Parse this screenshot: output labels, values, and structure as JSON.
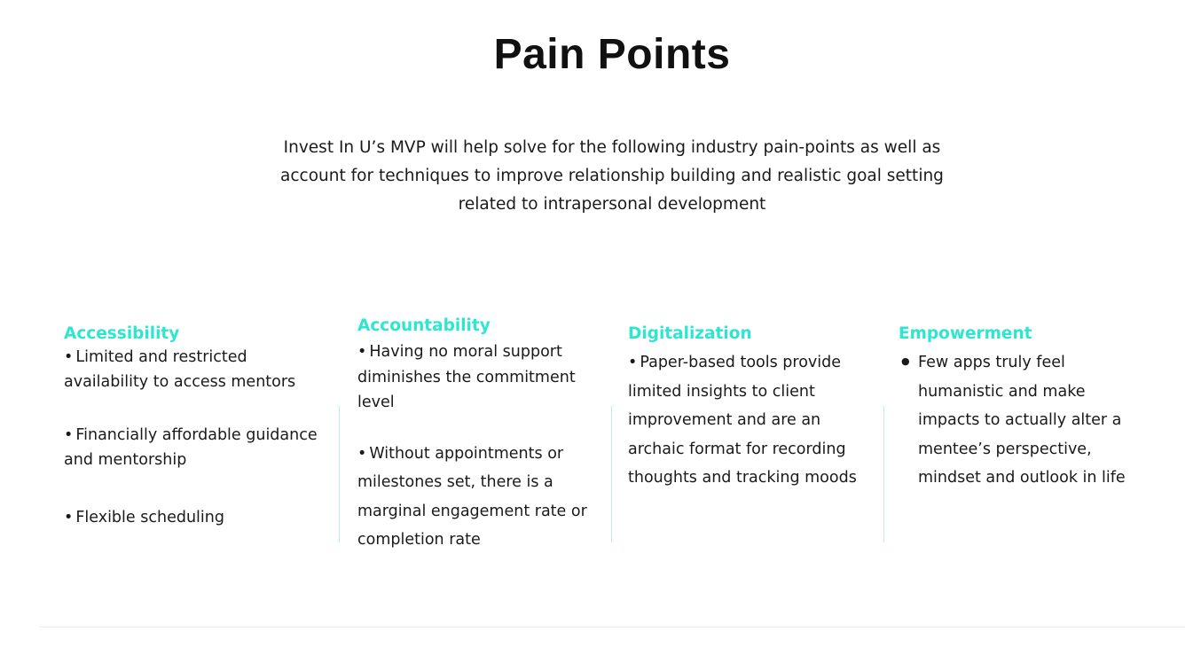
{
  "title": "Pain Points",
  "intro": "Invest In U’s MVP will help solve for the following industry pain-points as well as account for techniques to improve relationship building and realistic goal setting related to intrapersonal development",
  "columns": [
    {
      "heading": "Accessibility",
      "items": [
        "Limited and restricted availability to access mentors",
        "Financially affordable guidance and mentorship",
        "Flexible scheduling"
      ]
    },
    {
      "heading": "Accountability",
      "items": [
        "Having no moral support diminishes the commitment level",
        "Without appointments or milestones set, there is a marginal engagement rate or completion rate"
      ]
    },
    {
      "heading": "Digitalization",
      "items": [
        "Paper-based tools provide limited insights to client improvement and are an archaic format for recording thoughts and tracking moods"
      ]
    },
    {
      "heading": "Empowerment",
      "items": [
        "Few apps truly feel humanistic and make impacts to actually alter a mentee’s perspective, mindset and outlook in life"
      ]
    }
  ],
  "colors": {
    "accent": "#2ee6cf",
    "divider": "#bfeee8",
    "text": "#111111"
  }
}
